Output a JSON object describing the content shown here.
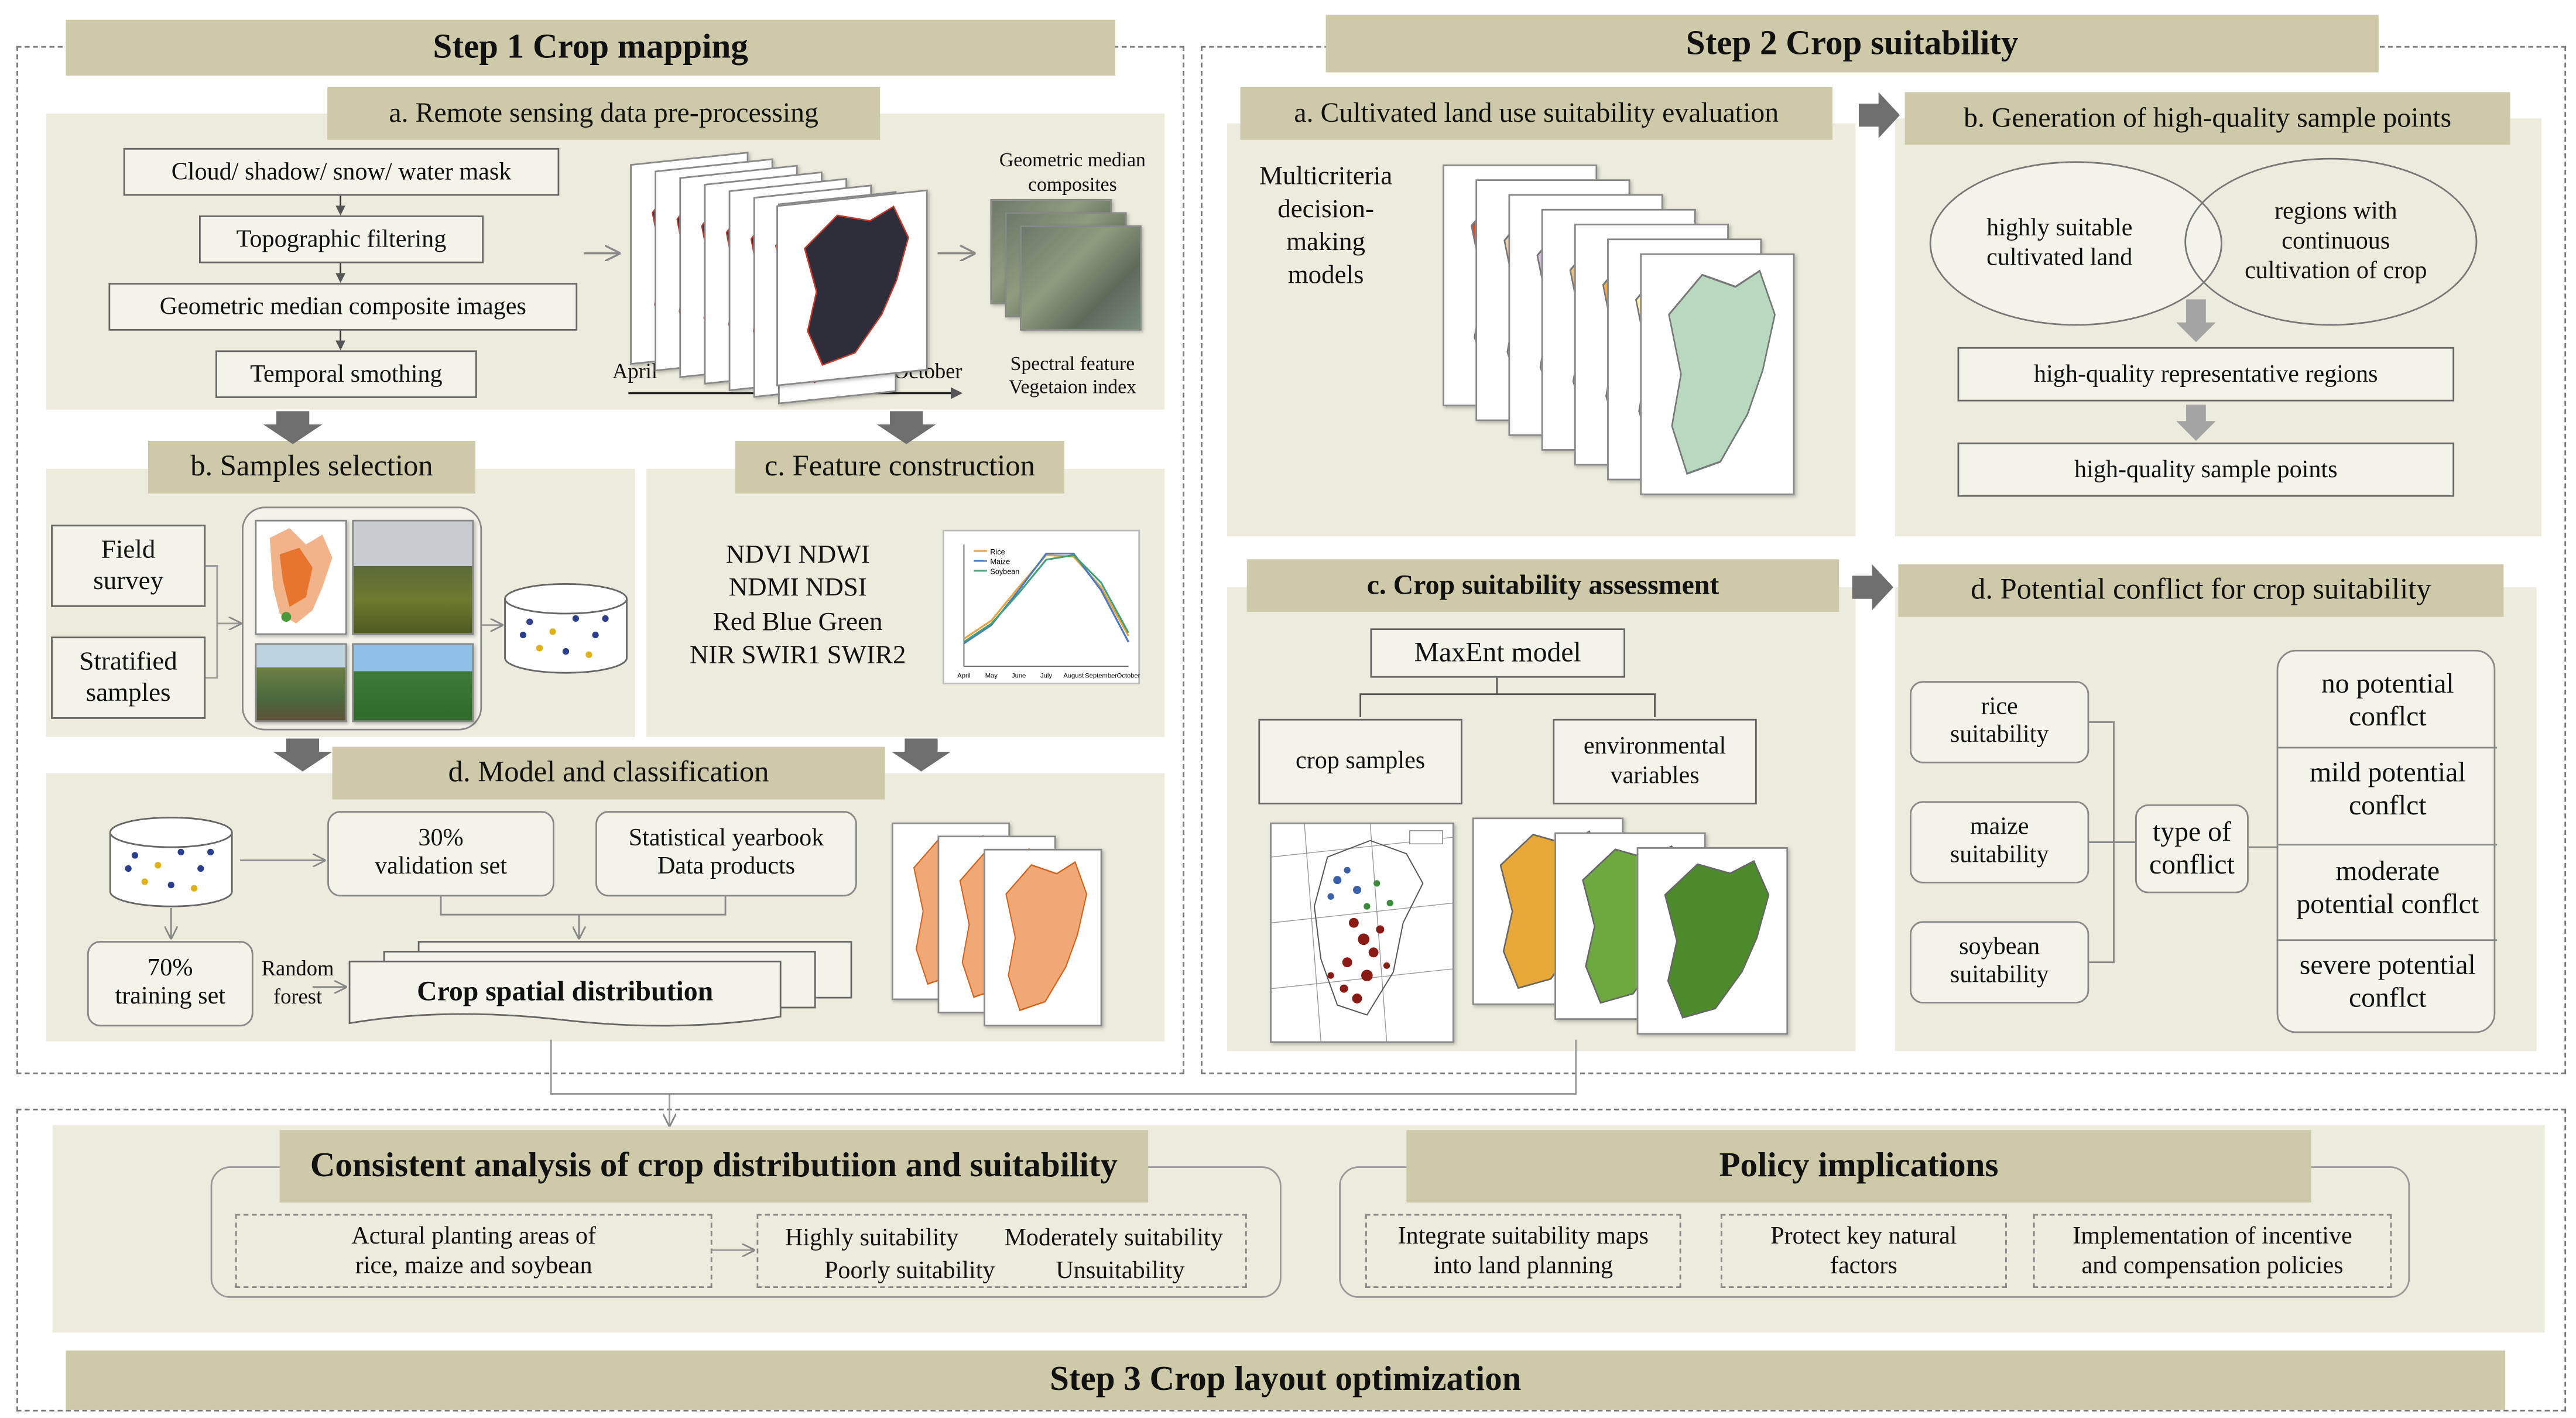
{
  "step1": {
    "title": "Step 1 Crop mapping",
    "a": {
      "title": "a. Remote sensing data pre-processing",
      "boxes": [
        "Cloud/ shadow/ snow/ water mask",
        "Topographic filtering",
        "Geometric median composite images",
        "Temporal smothing"
      ],
      "month_start": "April",
      "month_end": "October",
      "composite_title_1": "Geometric median",
      "composite_title_2": "composites",
      "feature_1": "Spectral feature",
      "feature_2": "Vegetaion index"
    },
    "b": {
      "title": "b. Samples selection",
      "field_1": "Field",
      "field_2": "survey",
      "strat_1": "Stratified",
      "strat_2": "samples"
    },
    "c": {
      "title": "c. Feature construction",
      "indices": [
        "NDVI NDWI",
        "NDMI NDSI",
        "Red Blue Green",
        "NIR SWIR1 SWIR2"
      ],
      "legend": [
        "Rice",
        "Maize",
        "Soybean"
      ],
      "xticks": [
        "April",
        "May",
        "June",
        "July",
        "August",
        "September",
        "October"
      ]
    },
    "d": {
      "title": "d. Model and classification",
      "validation_1": "30%",
      "validation_2": "validation set",
      "stat_1": "Statistical yearbook",
      "stat_2": "Data products",
      "training_1": "70%",
      "training_2": "training set",
      "rf_1": "Random",
      "rf_2": "forest",
      "spatial": "Crop spatial distribution"
    }
  },
  "step2": {
    "title": "Step 2  Crop suitability",
    "a": {
      "title": "a. Cultivated land use suitability evaluation",
      "models": [
        "Multicriteria",
        "decision-",
        "making",
        "models"
      ]
    },
    "b": {
      "title": "b. Generation of high-quality sample points",
      "ell1_1": "highly suitable",
      "ell1_2": "cultivated land",
      "ell2_1": "regions with",
      "ell2_2": "continuous",
      "ell2_3": "cultivation of crop",
      "regions": "high-quality representative regions",
      "points": "high-quality sample points"
    },
    "c": {
      "title": "c. Crop suitability assessment",
      "maxent": "MaxEnt model",
      "samples": "crop samples",
      "env_1": "environmental",
      "env_2": "variables"
    },
    "d": {
      "title": "d. Potential conflict for crop suitability",
      "rice_1": "rice",
      "maize_1": "maize",
      "soy_1": "soybean",
      "suit": "suitability",
      "type_1": "type of",
      "type_2": "conflict",
      "c1_1": "no potential",
      "c1_2": "conflct",
      "c2_1": "mild potential",
      "c2_2": "conflct",
      "c3_1": "moderate",
      "c3_2": "potential conflct",
      "c4_1": "severe potential",
      "c4_2": "conflct"
    }
  },
  "step3": {
    "title": "Step 3  Crop layout optimization",
    "consistent": {
      "title": "Consistent analysis of crop distributiion and suitability",
      "actual_1": "Actural planting areas of",
      "actual_2": "rice, maize and soybean",
      "high": "Highly suitability",
      "moderate": "Moderately suitability",
      "poor": "Poorly suitability",
      "unsuit": "Unsuitability"
    },
    "policy": {
      "title": "Policy implications",
      "p1_1": "Integrate suitability maps",
      "p1_2": "into land planning",
      "p2_1": "Protect key natural",
      "p2_2": "factors",
      "p3_1": "Implementation of incentive",
      "p3_2": "and compensation policies"
    }
  },
  "colors": {
    "panel_bg": "#ecebdd",
    "header_bg": "#cec9a8",
    "arrow": "#6e6e6e",
    "rice_line": "#e8a33c",
    "maize_line": "#4a78c4",
    "soy_line": "#3fa07a"
  },
  "charts": [
    {
      "type": "line",
      "x": [
        "April",
        "May",
        "June",
        "July",
        "August",
        "September",
        "October"
      ],
      "series": [
        {
          "name": "Rice",
          "values": [
            0.18,
            0.3,
            0.52,
            0.73,
            0.72,
            0.52,
            0.2
          ]
        },
        {
          "name": "Maize",
          "values": [
            0.15,
            0.27,
            0.5,
            0.74,
            0.74,
            0.5,
            0.16
          ]
        },
        {
          "name": "Soybean",
          "values": [
            0.16,
            0.28,
            0.48,
            0.7,
            0.73,
            0.55,
            0.22
          ]
        }
      ],
      "ylim": [
        0,
        0.8
      ]
    }
  ]
}
